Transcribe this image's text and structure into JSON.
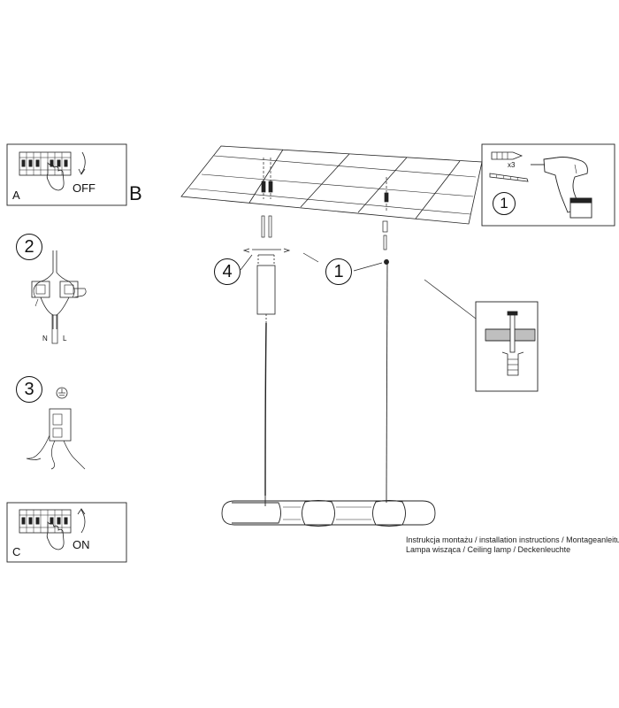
{
  "panel_a": {
    "letter": "A",
    "action": "OFF"
  },
  "panel_b": {
    "letter": "B"
  },
  "panel_c": {
    "letter": "C",
    "action": "ON"
  },
  "steps": {
    "step1": "1",
    "step2": "2",
    "step3": "3",
    "step4": "4"
  },
  "kit": {
    "step": "1",
    "quantity": "x3"
  },
  "wiring": {
    "neutral": "N",
    "live": "L"
  },
  "caption": {
    "line1": "Instrukcja montażu / installation instructions / Montageanleitung",
    "line2": "Lampa wisząca / Ceiling lamp / Deckenleuchte"
  }
}
